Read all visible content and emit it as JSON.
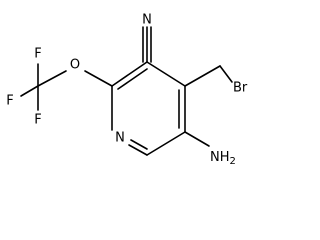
{
  "molecule": {
    "atoms": {
      "nitrile_n": "N",
      "ether_o": "O",
      "ring_n": "N",
      "bromine": "Br",
      "amino": "NH",
      "amino_sub": "2",
      "fluorine_top": "F",
      "fluorine_left": "F",
      "fluorine_bottom": "F"
    }
  }
}
